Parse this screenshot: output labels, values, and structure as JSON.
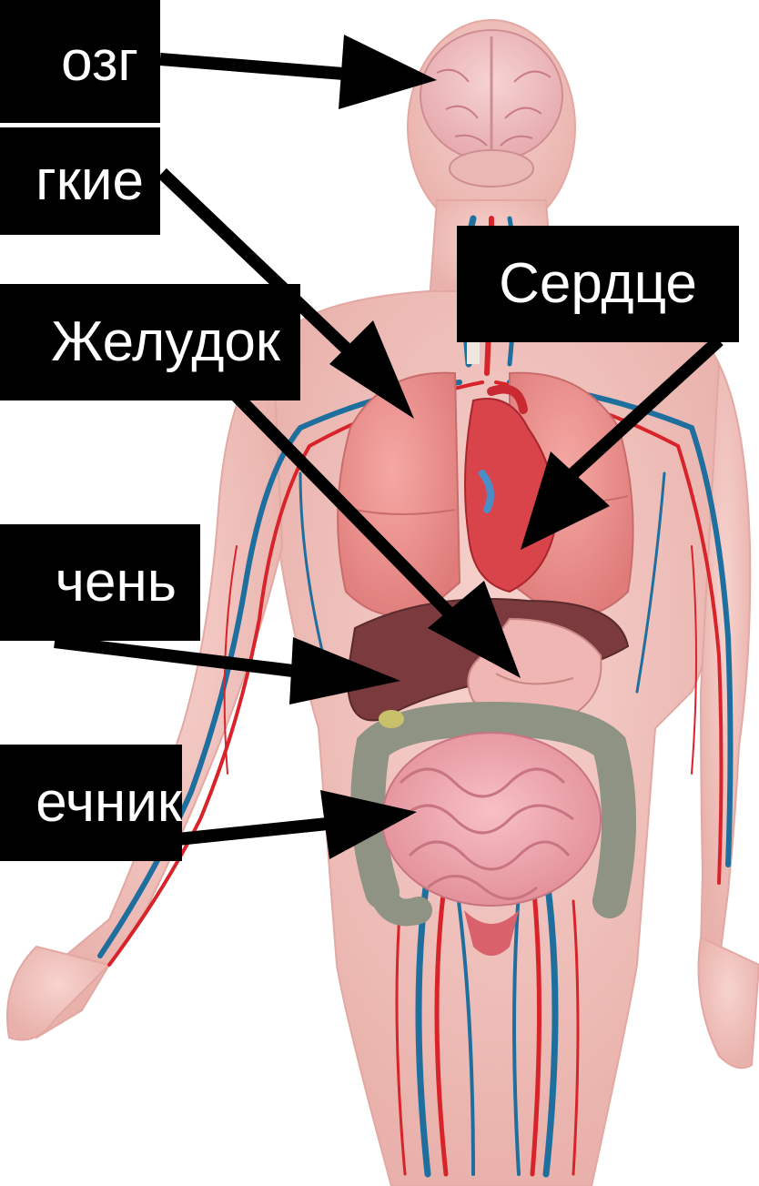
{
  "labels": {
    "brain": "озг",
    "lungs": "гкие",
    "heart": "Сердце",
    "stomach": "Желудок",
    "liver": "чень",
    "intestine": "ечник"
  },
  "colors": {
    "label_bg": "#000000",
    "label_text": "#ffffff",
    "arrow": "#000000",
    "skin": "#f3c6c0",
    "artery": "#d8232a",
    "vein": "#1f6f9e",
    "lung": "#ee8f8c",
    "liver": "#7a3a3e",
    "intestine": "#f1a7ad",
    "colon": "#8f9384"
  }
}
